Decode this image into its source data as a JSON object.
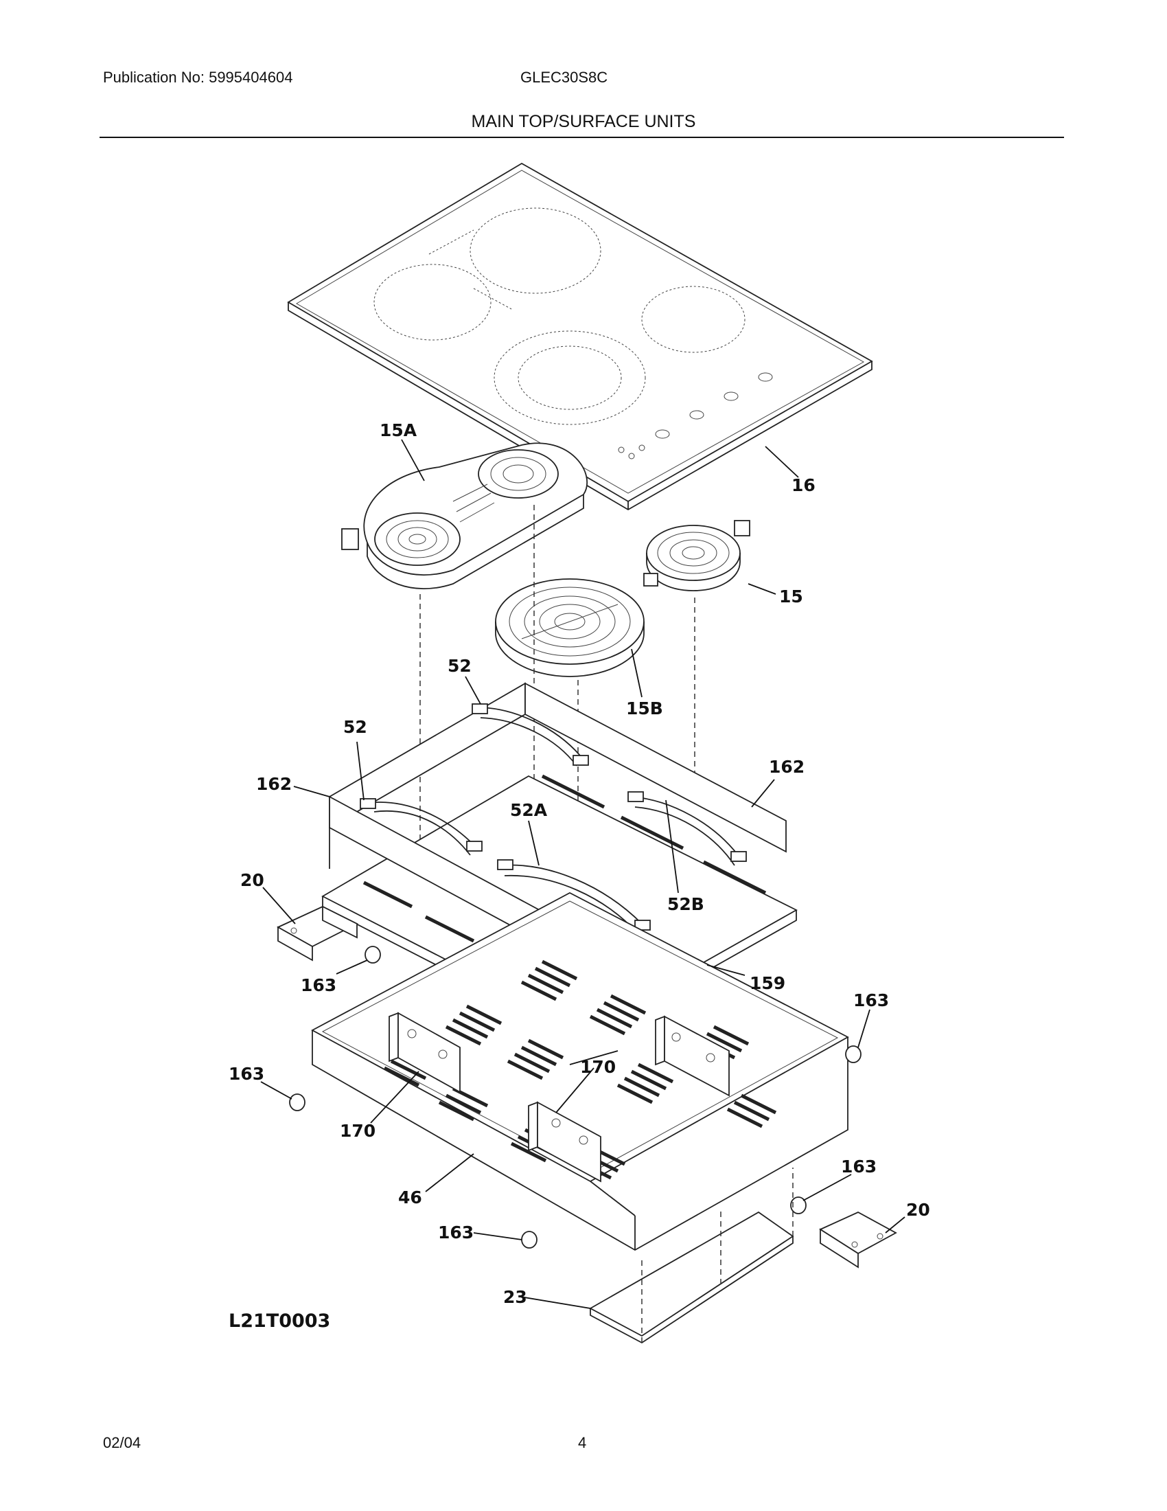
{
  "header": {
    "publication": "Publication No: 5995404604",
    "model": "GLEC30S8C",
    "title": "MAIN TOP/SURFACE UNITS"
  },
  "diagram": {
    "drawing_code": "L21T0003",
    "callouts": {
      "p15A": "15A",
      "p16": "16",
      "p15": "15",
      "p15B": "15B",
      "p52a": "52",
      "p52b": "52",
      "p162a": "162",
      "p162b": "162",
      "p52A": "52A",
      "p52B": "52B",
      "p20a": "20",
      "p163a": "163",
      "p159": "159",
      "p163b": "163",
      "p163c": "163",
      "p170a": "170",
      "p170b": "170",
      "p46": "46",
      "p163d": "163",
      "p163e": "163",
      "p20b": "20",
      "p23": "23"
    }
  },
  "footer": {
    "date": "02/04",
    "page": "4"
  }
}
